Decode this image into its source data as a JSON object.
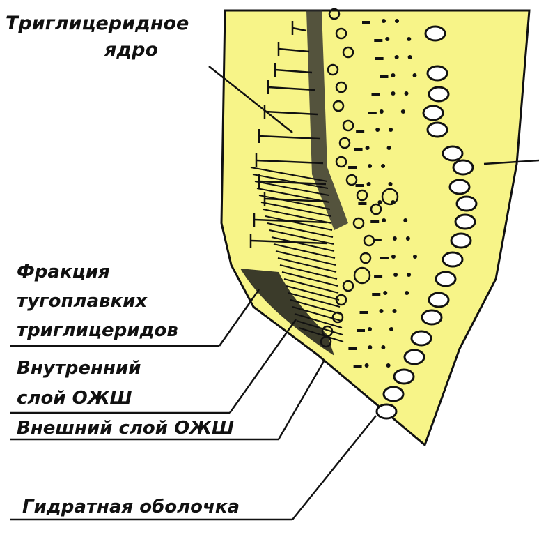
{
  "diagram": {
    "labels": {
      "triglyceride_core_line1": "Триглицеридное",
      "triglyceride_core_line2": "ядро",
      "hard_fraction_line1": "Фракция",
      "hard_fraction_line2": "тугоплавких",
      "hard_fraction_line3": "триглицеридов",
      "inner_layer_line1": "Внутренний",
      "inner_layer_line2": "слой ОЖШ",
      "outer_layer": "Внешний слой ОЖШ",
      "hydrate_shell": "Гидратная оболочка"
    },
    "colors": {
      "globule_fill": "#f7f488",
      "ink": "#111111",
      "background": "#ffffff"
    }
  }
}
